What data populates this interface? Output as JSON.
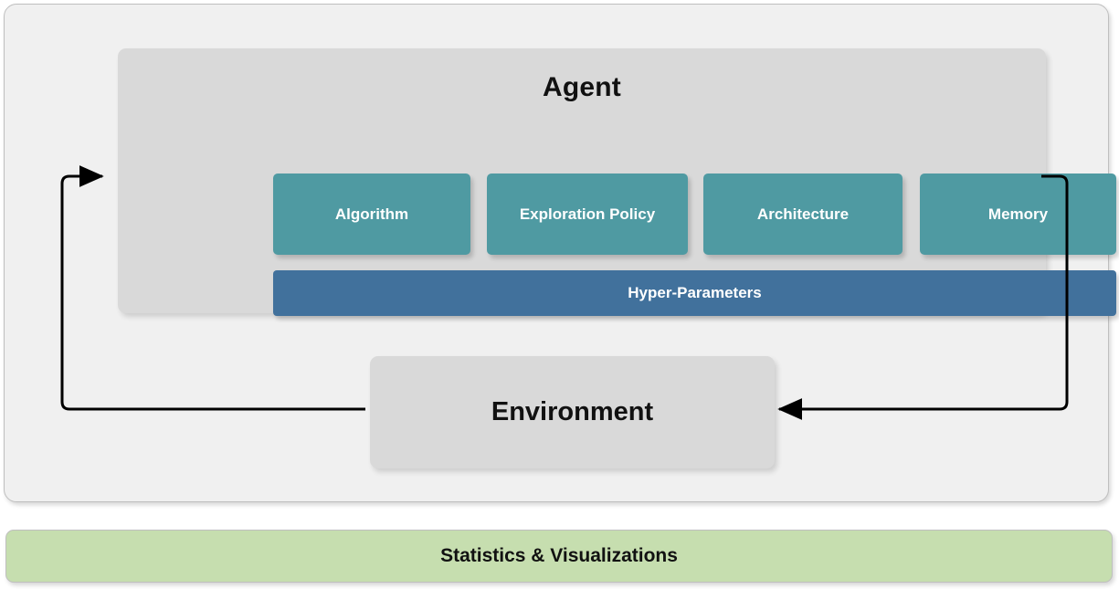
{
  "diagram": {
    "title": "Reinforcement Learning Agent and Environment Loop",
    "colors": {
      "frame_background": "#F0F0F0",
      "panel_background": "#D9D9D9",
      "component_tile": "#4F9AA2",
      "hyper_parameters": "#41719C",
      "statistics_bar": "#C6DEAF",
      "arrow_stroke": "#000000"
    }
  },
  "agent": {
    "title": "Agent",
    "components": [
      {
        "label": "Algorithm"
      },
      {
        "label": "Exploration Policy"
      },
      {
        "label": "Architecture"
      },
      {
        "label": "Memory"
      }
    ],
    "hyper_parameters": {
      "label": "Hyper-Parameters"
    }
  },
  "environment": {
    "label": "Environment"
  },
  "arrows": [
    {
      "name": "environment-to-agent",
      "direction": "up-then-right",
      "head": "right"
    },
    {
      "name": "agent-to-environment",
      "direction": "right-then-down-then-left",
      "head": "left"
    }
  ],
  "footer": {
    "label": "Statistics & Visualizations"
  }
}
